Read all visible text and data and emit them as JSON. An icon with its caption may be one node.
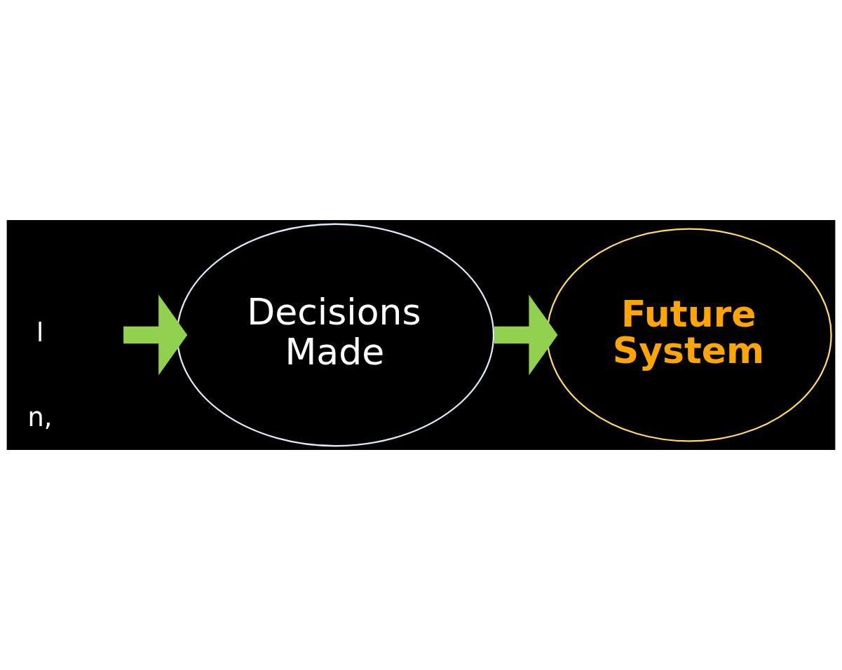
{
  "diagram": {
    "nodes": [
      {
        "text": [
          "Decisions Made"
        ]
      },
      {
        "text": [
          "Future System"
        ]
      }
    ],
    "edges": [
      {
        "from": null,
        "to": 0,
        "arrow": "to"
      },
      {
        "from": 0,
        "to": 1,
        "arrow": "to"
      }
    ],
    "labels": [
      "l",
      "n,"
    ]
  }
}
